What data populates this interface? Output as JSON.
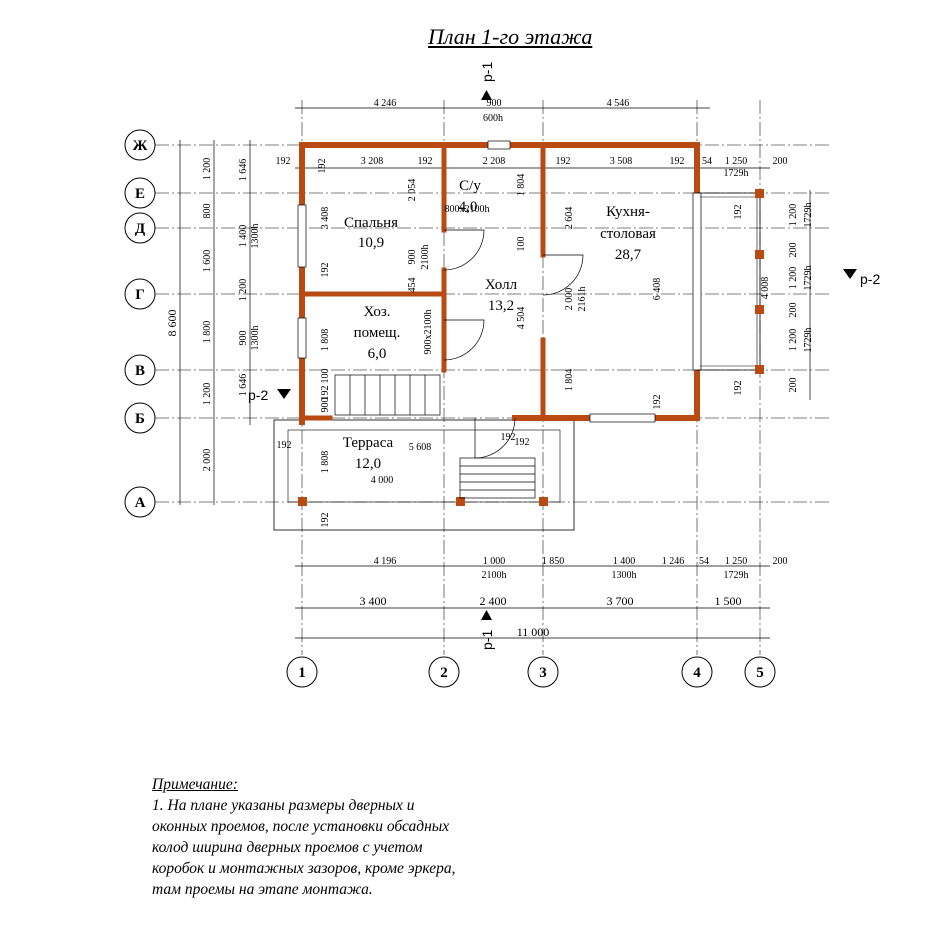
{
  "title": "План 1-го этажа",
  "rooms": [
    {
      "name_lines": [
        "Спальня"
      ],
      "area": "10,9"
    },
    {
      "name_lines": [
        "С/у"
      ],
      "area": "4,0"
    },
    {
      "name_lines": [
        "Кухня-",
        "столовая"
      ],
      "area": "28,7"
    },
    {
      "name_lines": [
        "Холл"
      ],
      "area": "13,2"
    },
    {
      "name_lines": [
        "Хоз.",
        "помещ."
      ],
      "area": "6,0"
    },
    {
      "name_lines": [
        "Терраса"
      ],
      "area": "12,0"
    }
  ],
  "axes": {
    "rows": [
      "Ж",
      "Е",
      "Д",
      "Г",
      "В",
      "Б",
      "А"
    ],
    "cols": [
      "1",
      "2",
      "3",
      "4",
      "5"
    ]
  },
  "sections": {
    "cut1": "р-1",
    "cut2": "р-2"
  },
  "dims_top": [
    "4 246",
    "900",
    "600h",
    "4 546"
  ],
  "dims_top2": [
    "192",
    "3 208",
    "192",
    "2 208",
    "192",
    "3 508",
    "192",
    "54",
    "1 250",
    "1729h",
    "200"
  ],
  "dims_bottom1": [
    "4 196",
    "1 000",
    "2100h",
    "1 850",
    "1 400",
    "1300h",
    "1 246",
    "54",
    "1 250",
    "1729h",
    "200"
  ],
  "dims_bottom2": [
    "3 400",
    "2 400",
    "3 700",
    "1 500"
  ],
  "dims_bottom_total": "11 000",
  "dims_left_outer": [
    "1 200",
    "800",
    "1 600",
    "1 800",
    "1 200",
    "2 000"
  ],
  "dims_left_total": "8 600",
  "dims_left_inner": [
    "1 646",
    "1 400",
    "1300h",
    "1 200",
    "900",
    "1300h",
    "1 646"
  ],
  "inner_labels": [
    "192",
    "3 408",
    "192",
    "1 808",
    "100",
    "192",
    "900",
    "1 808",
    "192",
    "2 054",
    "900",
    "2100h",
    "454",
    "900x2100h",
    "800x2100h",
    "1 804",
    "100",
    "2 604",
    "2 000",
    "2161h",
    "4 504",
    "1 804",
    "6 408",
    "192",
    "4 008",
    "192",
    "192",
    "1 200",
    "1729h",
    "200",
    "1 200",
    "1729h",
    "200",
    "1 200",
    "1729h",
    "200",
    "5 608",
    "4 000",
    "192",
    "192",
    "192"
  ],
  "note": {
    "head": "Примечание:",
    "lines": [
      "1. На плане указаны размеры дверных и",
      "оконных проемов, после установки обсадных",
      "колод ширина дверных проемов с учетом",
      "коробок и монтажных зазоров, кроме эркера,",
      "там проемы на этапе монтажа."
    ]
  },
  "colors": {
    "wall": "#b84a12",
    "line": "#000000",
    "grid": "#555555"
  }
}
